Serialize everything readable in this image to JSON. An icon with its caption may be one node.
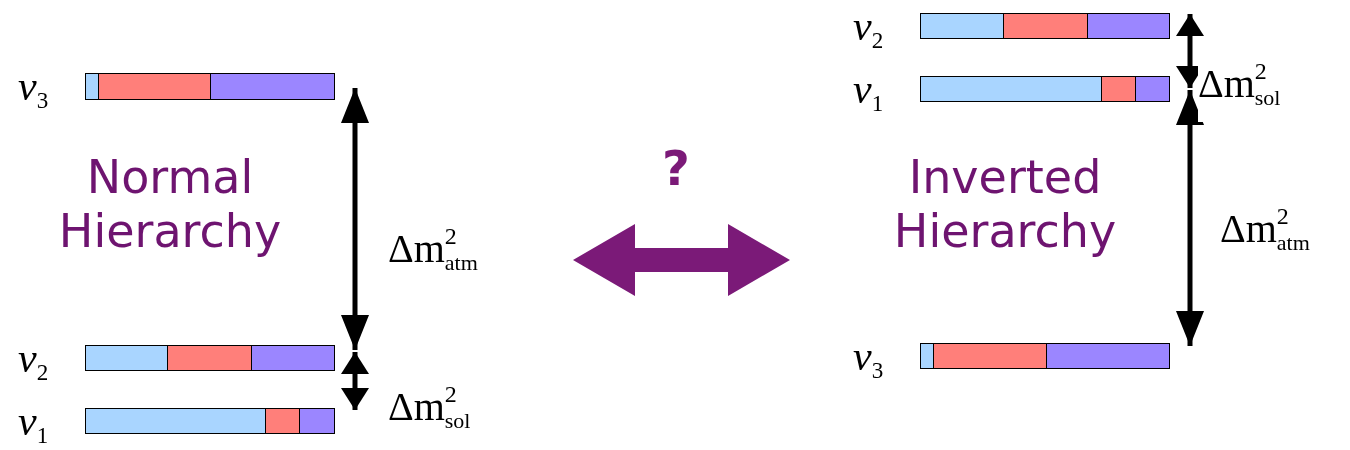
{
  "diagram": {
    "nodes": [
      {
        "text": [
          "Normal Hierarchy"
        ]
      },
      {
        "text": [
          "Inverted Hierarchy"
        ]
      },
      {
        "text": [],
        "shape": "bar",
        "beside": [
          "*ν*$_{3}$"
        ]
      },
      {
        "text": [],
        "shape": "bar",
        "beside": [
          "*ν*$_{2}$"
        ]
      },
      {
        "text": [],
        "shape": "bar",
        "beside": [
          "*ν*$_{1}$"
        ]
      },
      {
        "text": [],
        "shape": "bar",
        "beside": [
          "*ν*$_{2}$"
        ]
      },
      {
        "text": [],
        "shape": "bar",
        "beside": [
          "*ν*$_{1}$"
        ]
      },
      {
        "text": [],
        "shape": "bar",
        "beside": [
          "*ν*$_{3}$"
        ]
      }
    ],
    "edges": [
      {
        "from": 2,
        "to": 3,
        "arrow": "both",
        "label": "Δm$^{2}$$_{atm}$"
      },
      {
        "from": 3,
        "to": 4,
        "arrow": "both",
        "label": "Δm$^{2}$$_{sol}$"
      },
      {
        "from": 5,
        "to": 6,
        "arrow": "both",
        "label": "Δm$^{2}$$_{sol}$"
      },
      {
        "from": 6,
        "to": 7,
        "arrow": "both",
        "label": "Δm$^{2}$$_{atm}$"
      }
    ],
    "labels": [
      "?"
    ]
  }
}
